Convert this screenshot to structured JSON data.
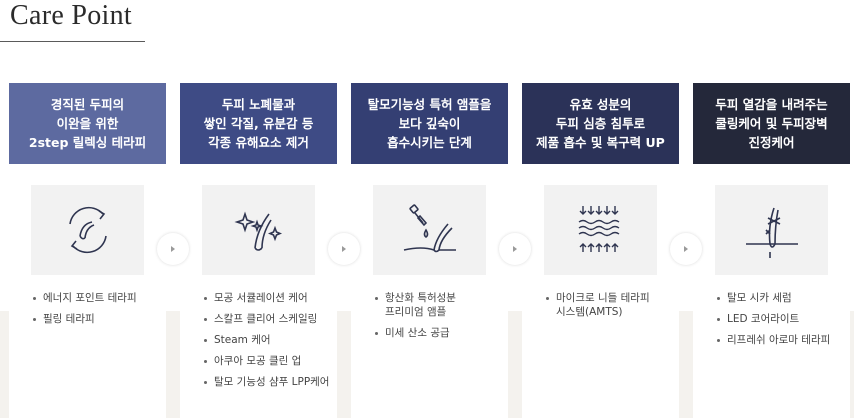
{
  "title": "Care Point",
  "cards": [
    {
      "heading": "경직된 두피의\n이완을 위한\n2step 릴렉싱 테라피",
      "color": "#5d6aa0",
      "icon": "scalp-relax-cycle-icon",
      "bullets": [
        "에너지 포인트 테라피",
        "필링 테라피"
      ]
    },
    {
      "heading": "두피 노폐물과\n쌓인 각질, 유분감 등\n각종 유해요소 제거",
      "color": "#3e4b85",
      "icon": "sparkle-clean-hair-icon",
      "bullets": [
        "모공 서큘레이션 케어",
        "스칼프 클리어 스케일링",
        "Steam 케어",
        "아쿠아 모공 클린 업",
        "탈모 기능성 샴푸 LPP케어"
      ]
    },
    {
      "heading": "탈모기능성 특허 앰플을\n보다 깊숙이\n흡수시키는 단계",
      "color": "#343f73",
      "icon": "dropper-ampoule-icon",
      "bullets": [
        "항산화 특허성분\n프리미엄 앰플",
        "미세 산소 공급"
      ]
    },
    {
      "heading": "유효 성분의\n두피 심층 침투로\n제품 흡수 및 복구력 UP",
      "color": "#2b3258",
      "icon": "deep-penetration-waves-icon",
      "bullets": [
        "마이크로 니들 테라피\n시스템(AMTS)"
      ]
    },
    {
      "heading": "두피 열감을 내려주는\n쿨링케어 및 두피장벽\n진정케어",
      "color": "#24283a",
      "icon": "cooling-hair-follicle-icon",
      "bullets": [
        "탈모 시카 세럼",
        "LED 코어라이트",
        "리프레쉬 아로마 테라피"
      ]
    }
  ],
  "arrow_icon": "chevron-right-icon"
}
